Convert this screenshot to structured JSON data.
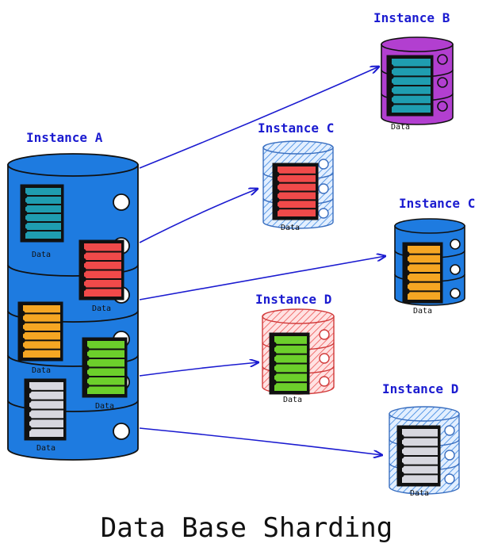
{
  "diagram": {
    "title": "Data Base Sharding",
    "source": {
      "label": "Instance A",
      "fill": "#1e7be0",
      "data_label": "Data"
    },
    "shard_colors": {
      "teal": "#1f9db0",
      "red": "#f04a4a",
      "orange": "#f5a623",
      "green": "#6ccf2b",
      "gray": "#d7d7df"
    },
    "targets": [
      {
        "label": "Instance B",
        "fill": "#b23fd0",
        "doc_color": "teal",
        "data_label": "Data",
        "style": "solid"
      },
      {
        "label": "Instance C",
        "fill": "#9cc6f2",
        "doc_color": "red",
        "data_label": "Data",
        "style": "hatched"
      },
      {
        "label": "Instance C",
        "fill": "#1e7be0",
        "doc_color": "orange",
        "data_label": "Data",
        "style": "solid"
      },
      {
        "label": "Instance D",
        "fill": "#f08b8b",
        "doc_color": "green",
        "data_label": "Data",
        "style": "hatched"
      },
      {
        "label": "Instance D",
        "fill": "#9cc6f2",
        "doc_color": "gray",
        "data_label": "Data",
        "style": "hatched"
      }
    ],
    "arrow_color": "#1b1bd0"
  }
}
